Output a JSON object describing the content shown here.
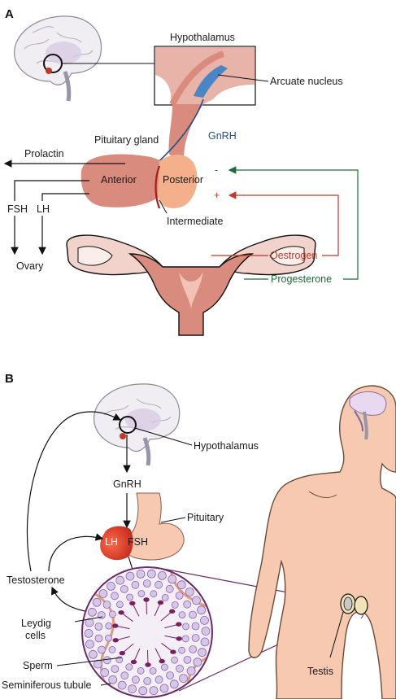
{
  "panel_a": {
    "tag": "A",
    "labels": {
      "hypothalamus": "Hypothalamus",
      "arcuate": "Arcuate nucleus",
      "gnrh": "GnRH",
      "pituitary": "Pituitary gland",
      "prolactin": "Prolactin",
      "anterior": "Anterior",
      "posterior": "Posterior",
      "intermediate": "Intermediate",
      "fsh": "FSH",
      "lh": "LH",
      "ovary": "Ovary",
      "oestrogen": "Oestrogen",
      "progesterone": "Progesterone",
      "minus": "-",
      "plus": "+"
    }
  },
  "panel_b": {
    "tag": "B",
    "labels": {
      "hypothalamus": "Hypothalamus",
      "gnrh": "GnRH",
      "pituitary": "Pituitary",
      "lh": "LH",
      "fsh": "FSH",
      "testosterone": "Testosterone",
      "leydig_1": "Leydig",
      "leydig_2": "cells",
      "sperm": "Sperm",
      "seminiferous": "Seminiferous tubule",
      "testis": "Testis"
    }
  },
  "colors": {
    "blue": "#1f4f8a",
    "red": "#c0392b",
    "green": "#1e6b3a",
    "tissue": "#d98b7e",
    "posterior": "#f3b08a",
    "skin": "#f6c9b0",
    "sperm": "#7b1f5e"
  }
}
